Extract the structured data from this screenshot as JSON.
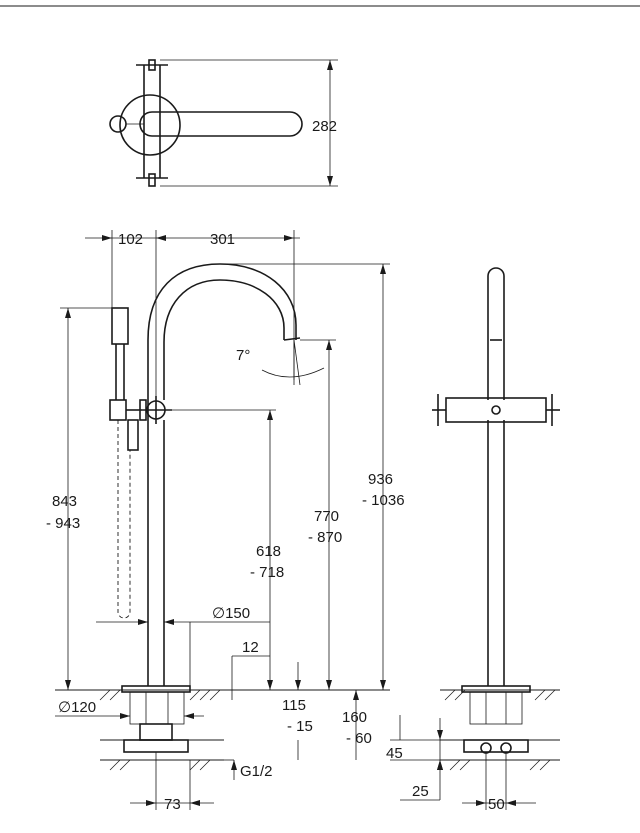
{
  "dimensions": {
    "top_height": "282",
    "offset_left": "102",
    "spout_reach": "301",
    "spout_angle": "7°",
    "shower_height_a": "843",
    "shower_height_b": "- 943",
    "total_height_a": "936",
    "total_height_b": "- 1036",
    "spout_height_a": "770",
    "spout_height_b": "- 870",
    "handle_height_a": "618",
    "handle_height_b": "- 718",
    "column_dia": "∅150",
    "floor_gap": "12",
    "base_dia": "∅120",
    "install_depth_a": "115",
    "install_depth_b": "- 15",
    "rough_depth_a": "160",
    "rough_depth_b": "- 60",
    "conn_height": "45",
    "conn_offset": "25",
    "thread": "G1/2",
    "base_width_front": "73",
    "base_width_side": "50"
  }
}
